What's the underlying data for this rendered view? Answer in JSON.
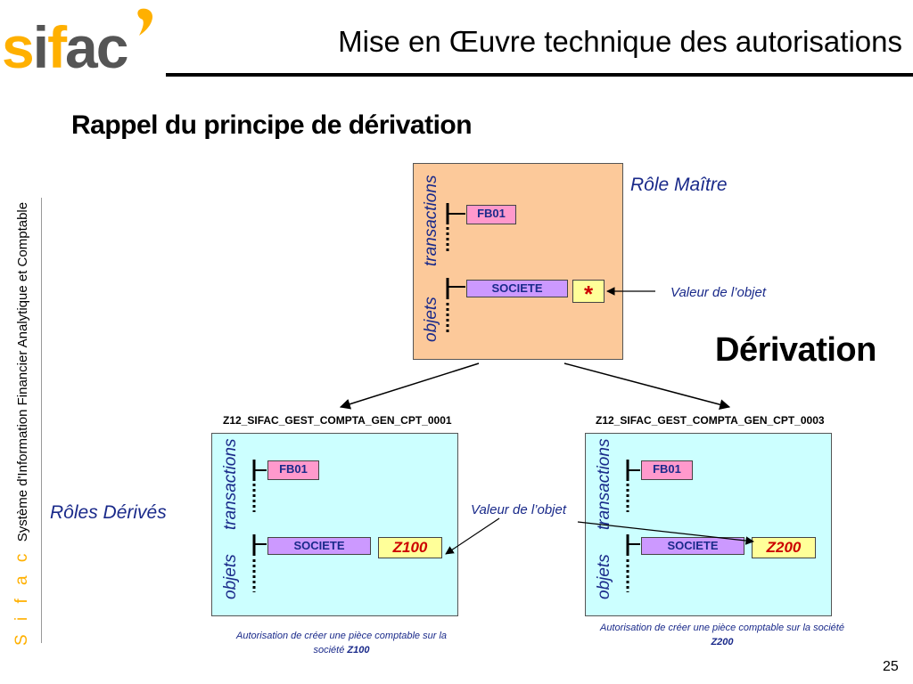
{
  "header": {
    "logo_letters": [
      "s",
      "i",
      "f",
      "a",
      "c"
    ],
    "title": "Mise en Œuvre technique des autorisations"
  },
  "section_title": "Rappel du principe de dérivation",
  "side_label": {
    "brand": "S i f a c",
    "text": "Système d'Information Financier Analytique et Comptable"
  },
  "master": {
    "role_label": "Rôle Maître",
    "label_transactions": "transactions",
    "label_objets": "objets",
    "transaction": "FB01",
    "object": "SOCIETE",
    "value": "*"
  },
  "valeur_label_1": "Valeur de l’objet",
  "valeur_label_2": "Valeur de l’objet",
  "derivation_label": "Dérivation",
  "derived_roles_label": "Rôles Dérivés",
  "derived": [
    {
      "name": "Z12_SIFAC_GEST_COMPTA_GEN_CPT_0001",
      "label_transactions": "transactions",
      "label_objets": "objets",
      "transaction": "FB01",
      "object": "SOCIETE",
      "value": "Z100",
      "caption": "Autorisation de créer une pièce comptable sur la société",
      "caption_value": "Z100"
    },
    {
      "name": "Z12_SIFAC_GEST_COMPTA_GEN_CPT_0003",
      "label_transactions": "transactions",
      "label_objets": "objets",
      "transaction": "FB01",
      "object": "SOCIETE",
      "value": "Z200",
      "caption": "Autorisation de créer une pièce comptable sur la société",
      "caption_value": "Z200"
    }
  ],
  "page_number": "25",
  "colors": {
    "brand": "#ffb000",
    "master_fill": "#fcc99a",
    "derived_fill": "#ccffff",
    "transaction_tag": "#ff99cc",
    "object_tag": "#cc99ff",
    "value_fill": "#ffff99",
    "value_text": "#cc0000",
    "label_blue": "#1a2a8a"
  }
}
